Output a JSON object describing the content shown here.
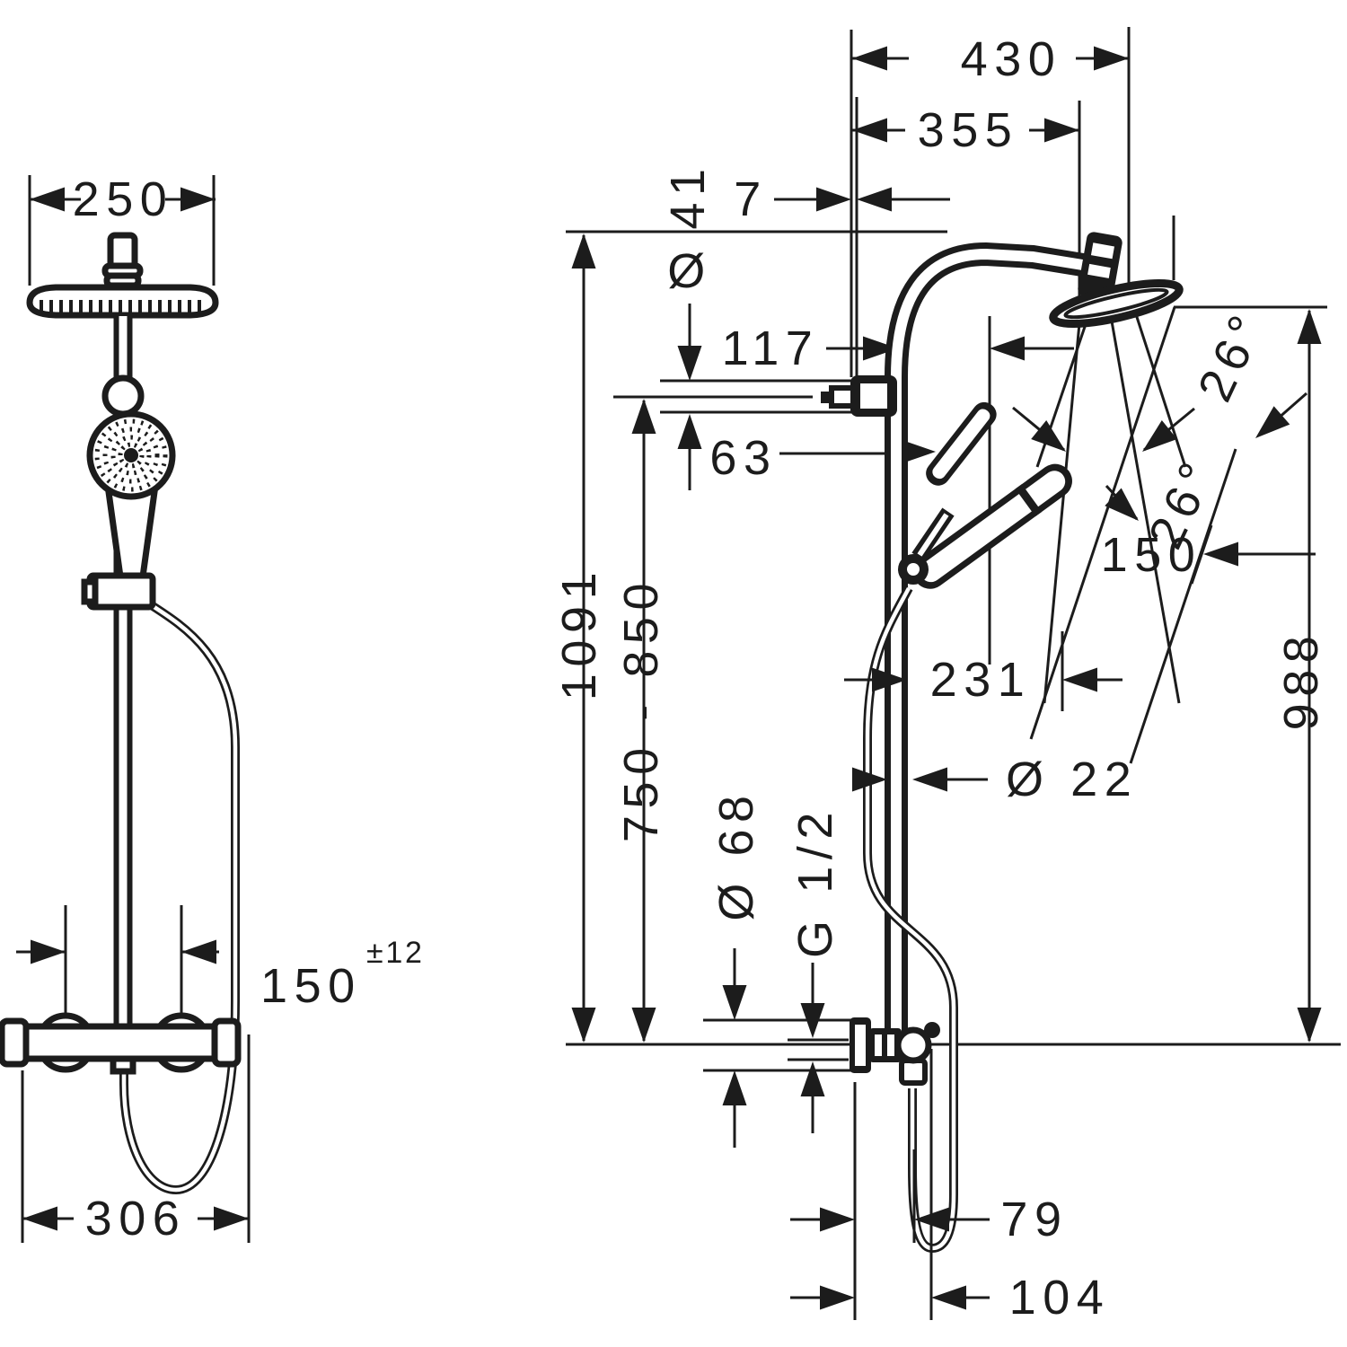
{
  "drawing": {
    "unit_note": "technical dimension drawing of a shower pipe system (front view and side view)",
    "front": {
      "overhead_shower_width": "250",
      "connection_spacing": "150",
      "connection_spacing_tolerance": "±12",
      "overall_width": "306"
    },
    "side": {
      "depth_total": "430",
      "depth_to_head_center": "355",
      "wall_clearance": "7",
      "top_offset": "41",
      "diameter_symbol": "Ø",
      "head_offset": "117",
      "bracket_offset": "63",
      "height_total": "1091",
      "rail_adjust_range": "750 - 850",
      "height_head_over_valve": "988",
      "overhead_tilt_angle": "26°",
      "handshower_tilt_angle": "26°",
      "spray_distance": "150",
      "handshower_reach": "231",
      "pipe_diameter": "Ø 22",
      "escutcheon_diameter": "Ø 68",
      "thread_size": "G 1/2",
      "hose_clearance": "79",
      "valve_depth": "104"
    }
  }
}
